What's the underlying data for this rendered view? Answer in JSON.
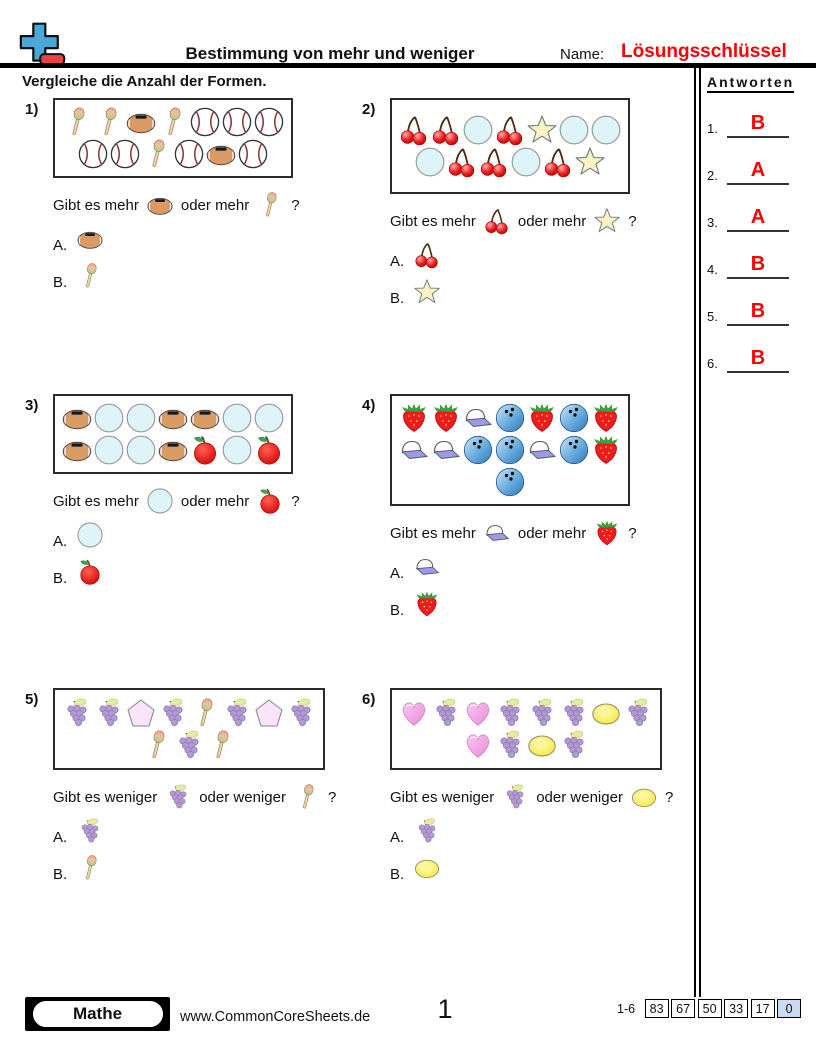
{
  "header": {
    "title": "Bestimmung von mehr und weniger",
    "name_label": "Name:",
    "answer_key_label": "Lösungsschlüssel",
    "instruction": "Vergleiche die Anzahl der Formen."
  },
  "answers_panel": {
    "title": "Antworten",
    "items": [
      {
        "num": "1.",
        "answer": "B"
      },
      {
        "num": "2.",
        "answer": "A"
      },
      {
        "num": "3.",
        "answer": "A"
      },
      {
        "num": "4.",
        "answer": "B"
      },
      {
        "num": "5.",
        "answer": "B"
      },
      {
        "num": "6.",
        "answer": "B"
      }
    ]
  },
  "problems": [
    {
      "number": "1)",
      "q_prefix": "Gibt es mehr",
      "q_middle": "oder mehr",
      "q_suffix": "?",
      "icon_a": "football",
      "icon_b": "spoon",
      "option_a_label": "A.",
      "option_b_label": "B.",
      "rows": [
        [
          "spoon",
          "spoon",
          "football",
          "spoon",
          "baseball",
          "baseball",
          "baseball"
        ],
        [
          "baseball",
          "baseball",
          "spoon",
          "baseball",
          "football",
          "baseball"
        ]
      ]
    },
    {
      "number": "2)",
      "q_prefix": "Gibt es mehr",
      "q_middle": "oder mehr",
      "q_suffix": "?",
      "icon_a": "cherries",
      "icon_b": "star",
      "option_a_label": "A.",
      "option_b_label": "B.",
      "rows": [
        [
          "cherries",
          "cherries",
          "circle",
          "cherries",
          "star",
          "circle",
          "circle"
        ],
        [
          "circle",
          "cherries",
          "cherries",
          "circle",
          "cherries",
          "star"
        ]
      ]
    },
    {
      "number": "3)",
      "q_prefix": "Gibt es mehr",
      "q_middle": "oder mehr",
      "q_suffix": "?",
      "icon_a": "circle",
      "icon_b": "apple",
      "option_a_label": "A.",
      "option_b_label": "B.",
      "rows": [
        [
          "football",
          "circle",
          "circle",
          "football",
          "football",
          "circle",
          "circle"
        ],
        [
          "football",
          "circle",
          "circle",
          "football",
          "apple",
          "circle",
          "apple"
        ]
      ]
    },
    {
      "number": "4)",
      "q_prefix": "Gibt es mehr",
      "q_middle": "oder mehr",
      "q_suffix": "?",
      "icon_a": "cap",
      "icon_b": "strawberry",
      "option_a_label": "A.",
      "option_b_label": "B.",
      "rows": [
        [
          "strawberry",
          "strawberry",
          "cap",
          "bowling",
          "strawberry",
          "bowling",
          "strawberry"
        ],
        [
          "cap",
          "cap",
          "bowling",
          "bowling",
          "cap",
          "bowling",
          "strawberry"
        ],
        [
          "bowling"
        ]
      ]
    },
    {
      "number": "5)",
      "q_prefix": "Gibt es weniger",
      "q_middle": "oder weniger",
      "q_suffix": "?",
      "icon_a": "grapes",
      "icon_b": "spoon",
      "option_a_label": "A.",
      "option_b_label": "B.",
      "rows": [
        [
          "grapes",
          "grapes",
          "pentagon",
          "grapes",
          "spoon",
          "grapes",
          "pentagon",
          "grapes"
        ],
        [
          "spoon",
          "grapes",
          "spoon"
        ]
      ]
    },
    {
      "number": "6)",
      "q_prefix": "Gibt es weniger",
      "q_middle": "oder weniger",
      "q_suffix": "?",
      "icon_a": "grapes",
      "icon_b": "lemon",
      "option_a_label": "A.",
      "option_b_label": "B.",
      "rows": [
        [
          "heart",
          "grapes",
          "heart",
          "grapes",
          "grapes",
          "grapes",
          "lemon",
          "grapes"
        ],
        [
          "heart",
          "grapes",
          "lemon",
          "grapes"
        ]
      ]
    }
  ],
  "footer": {
    "subject": "Mathe",
    "website": "www.CommonCoreSheets.de",
    "page_number": "1",
    "score_range_label": "1-6",
    "score_values": [
      "83",
      "67",
      "50",
      "33",
      "17",
      "0"
    ]
  },
  "colors": {
    "accent_red": "#ff0000",
    "score_highlight": "#ccd9f2",
    "logo_blue": "#49a8d8",
    "logo_red": "#e84444",
    "circle_fill": "#ddf4f9",
    "star_fill": "#f8f3c4",
    "pentagon_fill": "#fbe4fb"
  }
}
